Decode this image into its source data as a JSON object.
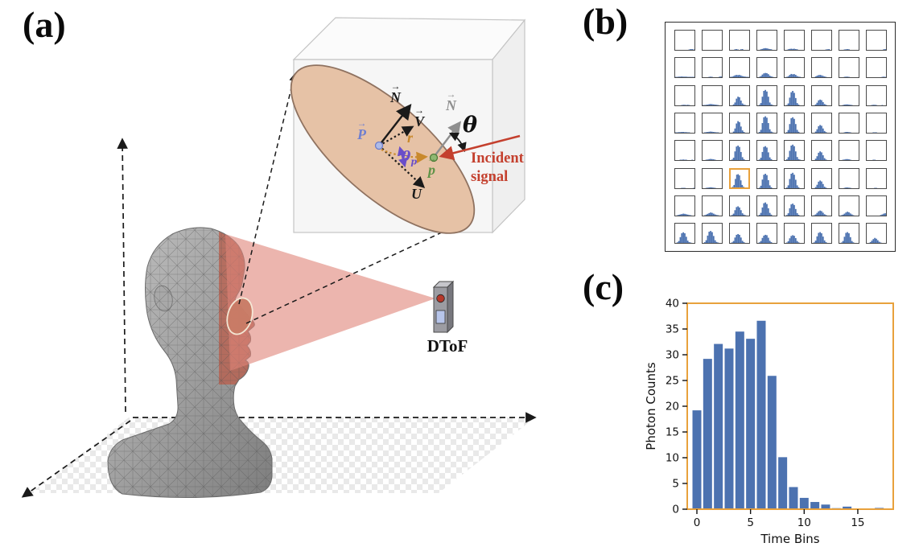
{
  "figure": {
    "panel_a_label": "(a)",
    "panel_b_label": "(b)",
    "panel_c_label": "(c)"
  },
  "panel_a": {
    "sensor_label": "DToF",
    "incident_line1": "Incident",
    "incident_line2": "signal",
    "vec_arrow": "→",
    "labels": {
      "N_patch": "N",
      "V": "V",
      "U": "U",
      "P": "P",
      "p": "p",
      "N_surface": "N",
      "r": "r",
      "theta": "θ",
      "theta_p_base": "θ",
      "theta_p_sub": "p"
    },
    "colors": {
      "P": "#6f7fd0",
      "p": "#5f9347",
      "r": "#c9892c",
      "theta_p": "#6a4ec9",
      "incident": "#c4402e",
      "N_surface": "#8f8f8f",
      "patch_fill": "#e6c2a6",
      "patch_stroke": "#8f7260",
      "cone": "#e08378",
      "accent_orange": "#e8a13c",
      "bar_blue": "#4c72b0"
    }
  },
  "chart_data": [
    {
      "id": "sensor-grid",
      "type": "bar",
      "description": "8x8 DToF sensor pixel array, per-pixel photon-count histograms (relative heights 0-1)",
      "rows": 8,
      "cols": 8,
      "highlight_cell": {
        "row": 5,
        "col": 2
      },
      "highlight_color": "#e8a13c",
      "bar_color": "#4c72b0",
      "cells": [
        [
          0,
          0,
          0,
          0,
          0,
          0,
          0,
          0,
          0,
          0.02,
          0.04,
          0.04,
          0.02
        ],
        [
          0,
          0,
          0,
          0,
          0,
          0,
          0,
          0,
          0,
          0,
          0,
          0,
          0
        ],
        [
          0,
          0,
          0,
          0.03,
          0.04,
          0.02,
          0,
          0.03,
          0.04,
          0,
          0,
          0,
          0
        ],
        [
          0,
          0,
          0.03,
          0.05,
          0.08,
          0.09,
          0.08,
          0.06,
          0.04,
          0.03,
          0,
          0,
          0
        ],
        [
          0,
          0,
          0.03,
          0.05,
          0.06,
          0.05,
          0.06,
          0.04,
          0.03,
          0,
          0,
          0,
          0
        ],
        [
          0,
          0,
          0,
          0,
          0,
          0,
          0,
          0,
          0,
          0.02,
          0.03,
          0.04,
          0
        ],
        [
          0,
          0,
          0,
          0.02,
          0.03,
          0.04,
          0.03,
          0,
          0,
          0,
          0,
          0,
          0
        ],
        [
          0,
          0,
          0,
          0,
          0,
          0,
          0,
          0,
          0,
          0,
          0,
          0.03,
          0.04
        ],
        [
          0.02,
          0.02,
          0.03,
          0.03,
          0.04,
          0.03,
          0.03,
          0.03,
          0.02,
          0.02,
          0.02,
          0.02,
          0.02
        ],
        [
          0,
          0,
          0,
          0,
          0.02,
          0.03,
          0.02,
          0,
          0,
          0,
          0,
          0.03,
          0.04
        ],
        [
          0.02,
          0.03,
          0.06,
          0.1,
          0.12,
          0.11,
          0.12,
          0.09,
          0.06,
          0.04,
          0.03,
          0.02,
          0.02
        ],
        [
          0,
          0.02,
          0.06,
          0.14,
          0.2,
          0.22,
          0.21,
          0.16,
          0.08,
          0.04,
          0.02,
          0,
          0
        ],
        [
          0,
          0.02,
          0.05,
          0.12,
          0.17,
          0.15,
          0.16,
          0.12,
          0.06,
          0.03,
          0.02,
          0,
          0
        ],
        [
          0,
          0,
          0.04,
          0.08,
          0.11,
          0.12,
          0.1,
          0.07,
          0.04,
          0.02,
          0,
          0,
          0
        ],
        [
          0,
          0,
          0,
          0.02,
          0.03,
          0.03,
          0.02,
          0,
          0,
          0,
          0,
          0,
          0
        ],
        [
          0,
          0,
          0,
          0,
          0,
          0,
          0,
          0,
          0,
          0,
          0.02,
          0.03,
          0.02
        ],
        [
          0,
          0,
          0,
          0,
          0.02,
          0.03,
          0.03,
          0.02,
          0.03,
          0.02,
          0,
          0,
          0
        ],
        [
          0.02,
          0.02,
          0.03,
          0.04,
          0.06,
          0.07,
          0.06,
          0.05,
          0.04,
          0.03,
          0.02,
          0,
          0
        ],
        [
          0,
          0,
          0.05,
          0.15,
          0.35,
          0.45,
          0.42,
          0.25,
          0.1,
          0.04,
          0.02,
          0,
          0
        ],
        [
          0,
          0.03,
          0.12,
          0.45,
          0.75,
          0.8,
          0.72,
          0.45,
          0.15,
          0.05,
          0.02,
          0,
          0
        ],
        [
          0,
          0.02,
          0.1,
          0.4,
          0.68,
          0.75,
          0.65,
          0.38,
          0.12,
          0.04,
          0,
          0,
          0
        ],
        [
          0,
          0,
          0.05,
          0.14,
          0.26,
          0.3,
          0.27,
          0.17,
          0.07,
          0.03,
          0,
          0,
          0
        ],
        [
          0,
          0,
          0.02,
          0.04,
          0.05,
          0.05,
          0.04,
          0.03,
          0.02,
          0,
          0,
          0,
          0
        ],
        [
          0,
          0,
          0,
          0.02,
          0.03,
          0.03,
          0.02,
          0,
          0,
          0,
          0.02,
          0,
          0
        ],
        [
          0.02,
          0.02,
          0.03,
          0.03,
          0.04,
          0.04,
          0.03,
          0.03,
          0.02,
          0.02,
          0,
          0,
          0
        ],
        [
          0,
          0.02,
          0.03,
          0.04,
          0.05,
          0.06,
          0.05,
          0.04,
          0.03,
          0.02,
          0.02,
          0,
          0
        ],
        [
          0,
          0,
          0.06,
          0.22,
          0.48,
          0.6,
          0.55,
          0.32,
          0.12,
          0.04,
          0,
          0,
          0
        ],
        [
          0,
          0.04,
          0.15,
          0.5,
          0.8,
          0.85,
          0.78,
          0.5,
          0.18,
          0.06,
          0.02,
          0,
          0
        ],
        [
          0,
          0.03,
          0.14,
          0.45,
          0.75,
          0.8,
          0.72,
          0.45,
          0.15,
          0.05,
          0,
          0,
          0
        ],
        [
          0,
          0,
          0.06,
          0.18,
          0.34,
          0.4,
          0.36,
          0.22,
          0.09,
          0.03,
          0,
          0,
          0
        ],
        [
          0,
          0,
          0,
          0.02,
          0.04,
          0.04,
          0.03,
          0.02,
          0,
          0,
          0,
          0,
          0
        ],
        [
          0,
          0,
          0,
          0,
          0.02,
          0.02,
          0.02,
          0,
          0,
          0,
          0,
          0,
          0
        ],
        [
          0,
          0,
          0,
          0.02,
          0.02,
          0.03,
          0.02,
          0.02,
          0,
          0,
          0,
          0.02,
          0
        ],
        [
          0,
          0,
          0.02,
          0.03,
          0.05,
          0.06,
          0.05,
          0.04,
          0.02,
          0,
          0,
          0,
          0
        ],
        [
          0,
          0.03,
          0.12,
          0.45,
          0.7,
          0.75,
          0.68,
          0.42,
          0.15,
          0.05,
          0,
          0,
          0
        ],
        [
          0,
          0.03,
          0.12,
          0.42,
          0.68,
          0.72,
          0.65,
          0.4,
          0.14,
          0.05,
          0,
          0,
          0
        ],
        [
          0,
          0.04,
          0.15,
          0.48,
          0.75,
          0.8,
          0.72,
          0.45,
          0.16,
          0.05,
          0.02,
          0,
          0
        ],
        [
          0,
          0,
          0.07,
          0.2,
          0.38,
          0.45,
          0.4,
          0.25,
          0.1,
          0.03,
          0,
          0,
          0
        ],
        [
          0,
          0,
          0.02,
          0.03,
          0.05,
          0.05,
          0.04,
          0.02,
          0,
          0,
          0,
          0,
          0
        ],
        [
          0,
          0,
          0,
          0,
          0.02,
          0.02,
          0,
          0,
          0,
          0,
          0,
          0,
          0
        ],
        [
          0,
          0,
          0,
          0,
          0.02,
          0.02,
          0.02,
          0,
          0,
          0,
          0,
          0,
          0.02
        ],
        [
          0,
          0,
          0.02,
          0.03,
          0.04,
          0.05,
          0.04,
          0.03,
          0.02,
          0,
          0,
          0,
          0
        ],
        [
          0,
          0.04,
          0.14,
          0.48,
          0.72,
          0.75,
          0.68,
          0.4,
          0.14,
          0.04,
          0,
          0,
          0
        ],
        [
          0,
          0.03,
          0.13,
          0.45,
          0.7,
          0.75,
          0.68,
          0.42,
          0.15,
          0.05,
          0,
          0,
          0
        ],
        [
          0,
          0.04,
          0.15,
          0.48,
          0.75,
          0.8,
          0.7,
          0.44,
          0.15,
          0.05,
          0,
          0,
          0
        ],
        [
          0,
          0,
          0.06,
          0.18,
          0.34,
          0.4,
          0.35,
          0.22,
          0.08,
          0.03,
          0,
          0,
          0
        ],
        [
          0,
          0,
          0,
          0.02,
          0.04,
          0.04,
          0.03,
          0.02,
          0,
          0,
          0,
          0,
          0
        ],
        [
          0,
          0,
          0,
          0,
          0,
          0.02,
          0.02,
          0,
          0,
          0,
          0,
          0,
          0
        ],
        [
          0,
          0.02,
          0.04,
          0.06,
          0.08,
          0.1,
          0.09,
          0.07,
          0.05,
          0.03,
          0.02,
          0,
          0
        ],
        [
          0,
          0.02,
          0.05,
          0.09,
          0.13,
          0.16,
          0.14,
          0.1,
          0.06,
          0.03,
          0.02,
          0,
          0
        ],
        [
          0,
          0.03,
          0.1,
          0.28,
          0.44,
          0.48,
          0.42,
          0.28,
          0.12,
          0.05,
          0.02,
          0,
          0
        ],
        [
          0,
          0.04,
          0.14,
          0.42,
          0.64,
          0.68,
          0.6,
          0.38,
          0.14,
          0.05,
          0,
          0,
          0
        ],
        [
          0,
          0.03,
          0.12,
          0.38,
          0.58,
          0.62,
          0.55,
          0.34,
          0.13,
          0.04,
          0,
          0,
          0
        ],
        [
          0,
          0.02,
          0.06,
          0.14,
          0.22,
          0.26,
          0.23,
          0.15,
          0.07,
          0.03,
          0,
          0,
          0
        ],
        [
          0,
          0.02,
          0.05,
          0.1,
          0.16,
          0.2,
          0.17,
          0.11,
          0.06,
          0.02,
          0,
          0,
          0
        ],
        [
          0,
          0,
          0,
          0,
          0,
          0,
          0,
          0,
          0,
          0.03,
          0.06,
          0.1,
          0.12
        ],
        [
          0,
          0.03,
          0.1,
          0.3,
          0.5,
          0.55,
          0.5,
          0.32,
          0.12,
          0.04,
          0.02,
          0,
          0
        ],
        [
          0,
          0.04,
          0.14,
          0.38,
          0.58,
          0.62,
          0.56,
          0.36,
          0.14,
          0.05,
          0.02,
          0,
          0
        ],
        [
          0,
          0.03,
          0.1,
          0.28,
          0.42,
          0.46,
          0.42,
          0.28,
          0.11,
          0.04,
          0,
          0,
          0
        ],
        [
          0,
          0.03,
          0.1,
          0.26,
          0.38,
          0.42,
          0.4,
          0.27,
          0.11,
          0.04,
          0,
          0,
          0
        ],
        [
          0,
          0.02,
          0.09,
          0.24,
          0.36,
          0.4,
          0.37,
          0.25,
          0.1,
          0.03,
          0,
          0,
          0
        ],
        [
          0,
          0.03,
          0.12,
          0.34,
          0.52,
          0.56,
          0.5,
          0.33,
          0.13,
          0.04,
          0,
          0,
          0
        ],
        [
          0,
          0.02,
          0.1,
          0.32,
          0.52,
          0.56,
          0.5,
          0.3,
          0.1,
          0.03,
          0,
          0,
          0
        ],
        [
          0,
          0,
          0.04,
          0.12,
          0.2,
          0.26,
          0.22,
          0.14,
          0.06,
          0.02,
          0,
          0,
          0
        ]
      ]
    },
    {
      "id": "pixel-histogram",
      "type": "bar",
      "title": "",
      "xlabel": "Time Bins",
      "ylabel": "Photon Counts",
      "x": [
        0,
        1,
        2,
        3,
        4,
        5,
        6,
        7,
        8,
        9,
        10,
        11,
        12,
        13,
        14,
        15,
        16,
        17
      ],
      "values": [
        19.2,
        29.2,
        32.1,
        31.2,
        34.5,
        33.1,
        36.6,
        25.9,
        10.1,
        4.3,
        2.2,
        1.4,
        0.9,
        0.2,
        0.5,
        0.15,
        0.05,
        0.25
      ],
      "ylim": [
        0,
        40
      ],
      "yticks": [
        0,
        5,
        10,
        15,
        20,
        25,
        30,
        35,
        40
      ],
      "xticks": [
        0,
        5,
        10,
        15
      ],
      "grid": false,
      "legend": null,
      "bar_color": "#4c72b0",
      "frame_color": "#e8a13c",
      "tick_color": "#111111"
    }
  ]
}
